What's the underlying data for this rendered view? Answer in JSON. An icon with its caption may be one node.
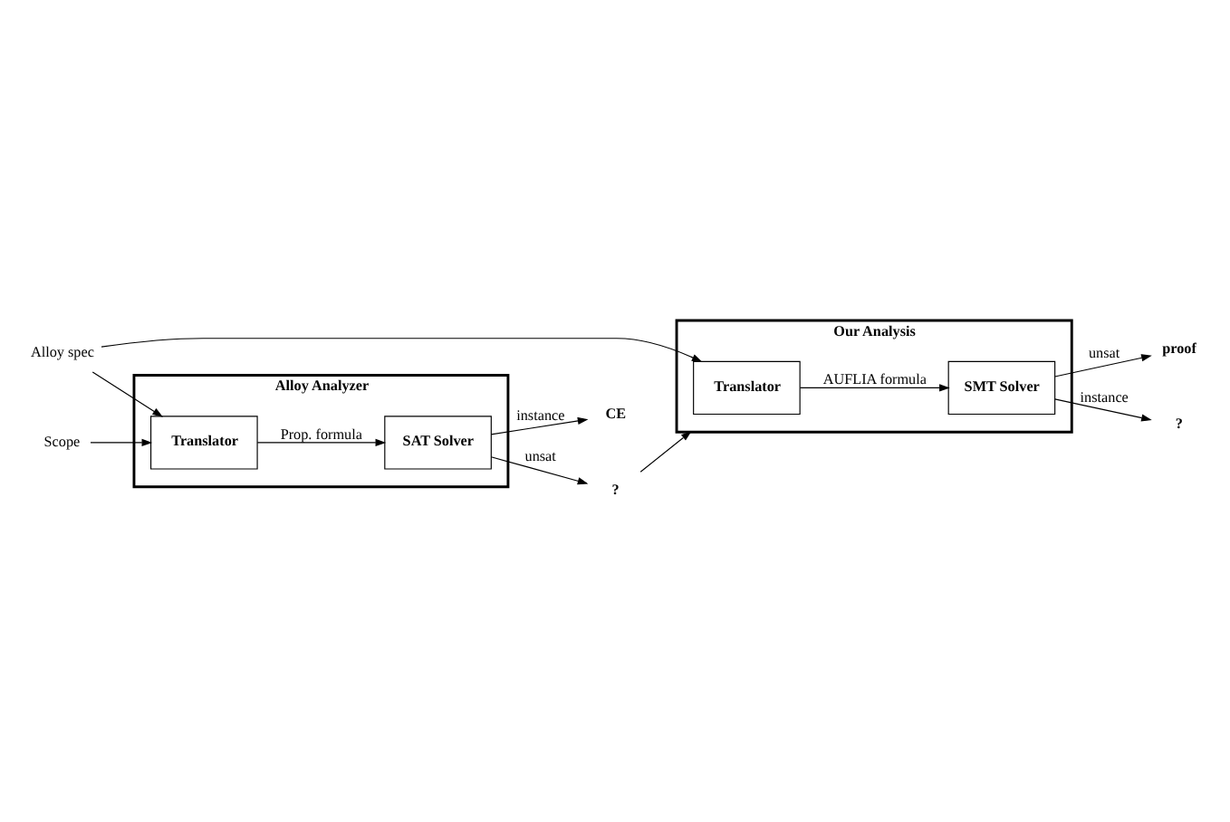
{
  "diagram": {
    "nodes": [
      {
        "text": [
          "Alloy Analyzer"
        ]
      },
      {
        "text": [
          "Translator"
        ],
        "in": 0
      },
      {
        "text": [
          "SAT Solver"
        ],
        "in": 0
      },
      {
        "text": [
          "Our Analysis"
        ]
      },
      {
        "text": [
          "Translator"
        ],
        "in": 3
      },
      {
        "text": [
          "SMT Solver"
        ],
        "in": 3
      },
      {
        "text": [
          "Scope"
        ]
      },
      {
        "text": [
          "Alloy spec"
        ]
      },
      {
        "text": [
          "CE"
        ]
      },
      {
        "text": [
          "?"
        ]
      },
      {
        "text": [
          "proof"
        ]
      },
      {
        "text": [
          "?"
        ]
      }
    ],
    "edges": [
      {
        "from": 6,
        "to": 1,
        "arrow": "to"
      },
      {
        "from": 7,
        "to": 1,
        "arrow": "to"
      },
      {
        "from": 7,
        "to": 4,
        "arrow": "to"
      },
      {
        "from": 1,
        "to": 2,
        "arrow": "to",
        "label": "Prop. formula"
      },
      {
        "from": 2,
        "to": 8,
        "arrow": "to",
        "label": "instance"
      },
      {
        "from": 2,
        "to": 9,
        "arrow": "to",
        "label": "unsat"
      },
      {
        "from": 9,
        "to": 3,
        "arrow": "to"
      },
      {
        "from": 4,
        "to": 5,
        "arrow": "to",
        "label": "AUFLIA formula"
      },
      {
        "from": 5,
        "to": 10,
        "arrow": "to",
        "label": "unsat"
      },
      {
        "from": 5,
        "to": 11,
        "arrow": "to",
        "label": "instance"
      }
    ]
  }
}
